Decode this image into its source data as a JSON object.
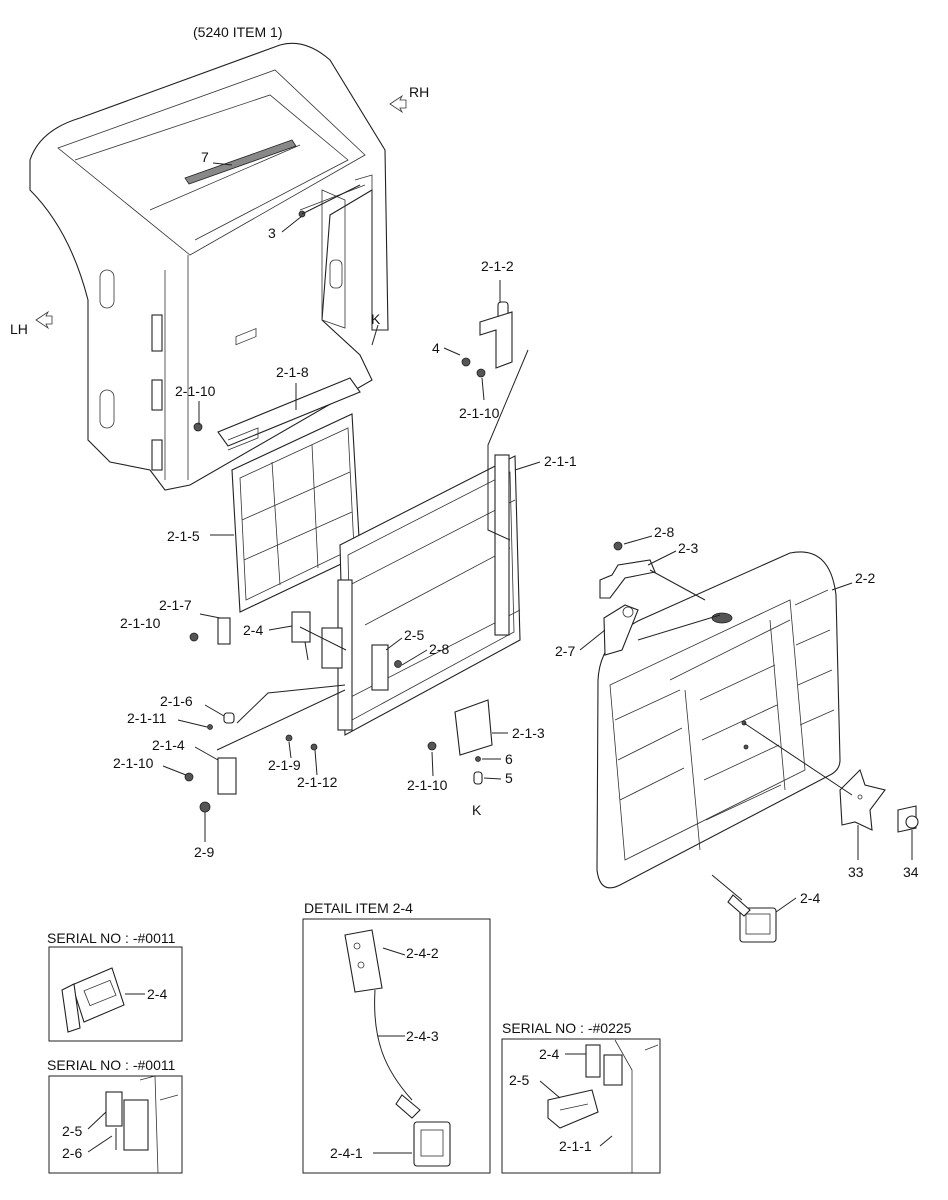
{
  "header": {
    "assembly_ref": "(5240 ITEM 1)"
  },
  "directions": {
    "rh": "RH",
    "lh": "LH",
    "k_top": "K",
    "k_bottom": "K"
  },
  "callouts": {
    "item_7": "7",
    "item_3": "3",
    "item_2_1_2": "2-1-2",
    "item_4": "4",
    "item_2_1_10_a": "2-1-10",
    "item_2_1_10_b": "2-1-10",
    "item_2_1_8": "2-1-8",
    "item_2_1_1": "2-1-1",
    "item_2_1_5": "2-1-5",
    "item_2_1_7": "2-1-7",
    "item_2_1_10_c": "2-1-10",
    "item_2_4_a": "2-4",
    "item_2_5": "2-5",
    "item_2_8_a": "2-8",
    "item_2_1_6": "2-1-6",
    "item_2_1_11": "2-1-11",
    "item_2_1_4": "2-1-4",
    "item_2_1_10_d": "2-1-10",
    "item_2_1_9": "2-1-9",
    "item_2_1_12": "2-1-12",
    "item_2_9": "2-9",
    "item_2_1_3": "2-1-3",
    "item_6": "6",
    "item_5": "5",
    "item_2_1_10_e": "2-1-10",
    "item_2_8_b": "2-8",
    "item_2_3": "2-3",
    "item_2_2": "2-2",
    "item_2_7": "2-7",
    "item_33": "33",
    "item_34": "34",
    "item_2_4_b": "2-4"
  },
  "detail_boxes": {
    "serial_0011_a": {
      "title": "SERIAL NO : -#0011",
      "labels": [
        "2-4"
      ]
    },
    "serial_0011_b": {
      "title": "SERIAL NO : -#0011",
      "labels": [
        "2-5",
        "2-6"
      ]
    },
    "detail_2_4": {
      "title": "DETAIL ITEM 2-4",
      "labels": [
        "2-4-2",
        "2-4-3",
        "2-4-1"
      ]
    },
    "serial_0225": {
      "title": "SERIAL NO : -#0225",
      "labels": [
        "2-4",
        "2-5",
        "2-1-1"
      ]
    }
  }
}
